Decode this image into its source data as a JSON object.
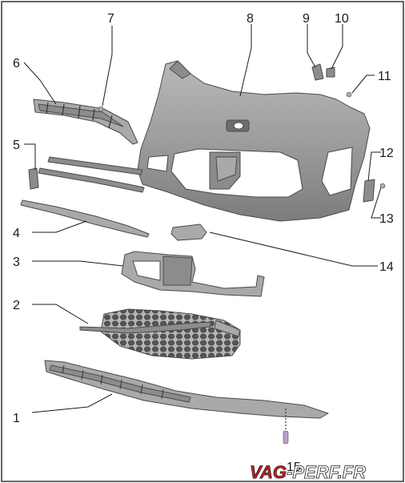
{
  "callouts": {
    "c1": "1",
    "c2": "2",
    "c3": "3",
    "c4": "4",
    "c5": "5",
    "c6": "6",
    "c7": "7",
    "c8": "8",
    "c9": "9",
    "c10": "10",
    "c11": "11",
    "c12": "12",
    "c13": "13",
    "c14": "14",
    "c15": "15"
  },
  "watermark": {
    "prefix": "VAG",
    "suffix": "-PERF.FR",
    "prefix_color": "#d11a1a",
    "suffix_color": "#ffffff"
  },
  "colors": {
    "frame": "#333333",
    "part_fill": "#a9a9a9",
    "part_stroke": "#4a4a4a"
  }
}
